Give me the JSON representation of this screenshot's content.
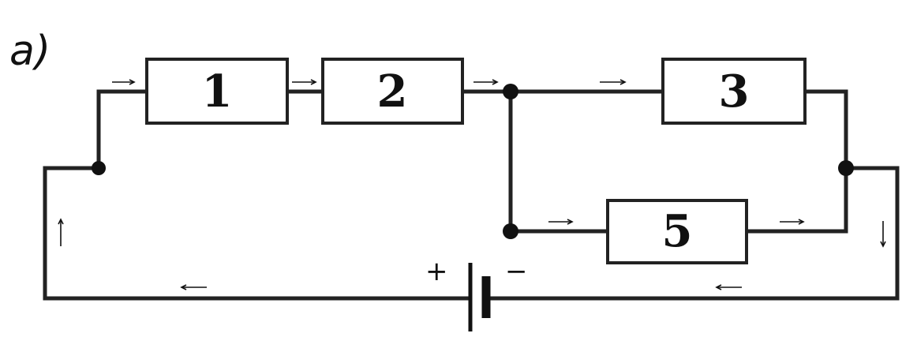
{
  "diagram": {
    "label": "a)",
    "resistors": [
      {
        "id": "r1",
        "label": "1"
      },
      {
        "id": "r2",
        "label": "2"
      },
      {
        "id": "r3",
        "label": "3"
      },
      {
        "id": "r5",
        "label": "5"
      }
    ],
    "battery": {
      "plus": "+",
      "minus": "−"
    }
  }
}
